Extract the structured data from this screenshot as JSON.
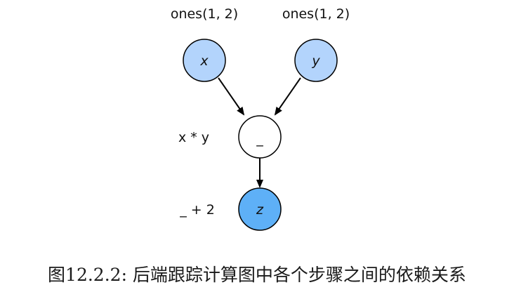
{
  "diagram": {
    "nodes": {
      "x": {
        "label": "x",
        "annotation": "ones(1, 2)",
        "color": "#b3d4fc"
      },
      "y": {
        "label": "y",
        "annotation": "ones(1, 2)",
        "color": "#b3d4fc"
      },
      "mul": {
        "label": "_",
        "annotation": "x * y",
        "color": "#ffffff"
      },
      "z": {
        "label": "z",
        "annotation": "_ + 2",
        "color": "#5eb0f7"
      }
    },
    "edges": [
      {
        "from": "x",
        "to": "mul"
      },
      {
        "from": "y",
        "to": "mul"
      },
      {
        "from": "mul",
        "to": "z"
      }
    ]
  },
  "caption": "图12.2.2: 后端跟踪计算图中各个步骤之间的依赖关系"
}
